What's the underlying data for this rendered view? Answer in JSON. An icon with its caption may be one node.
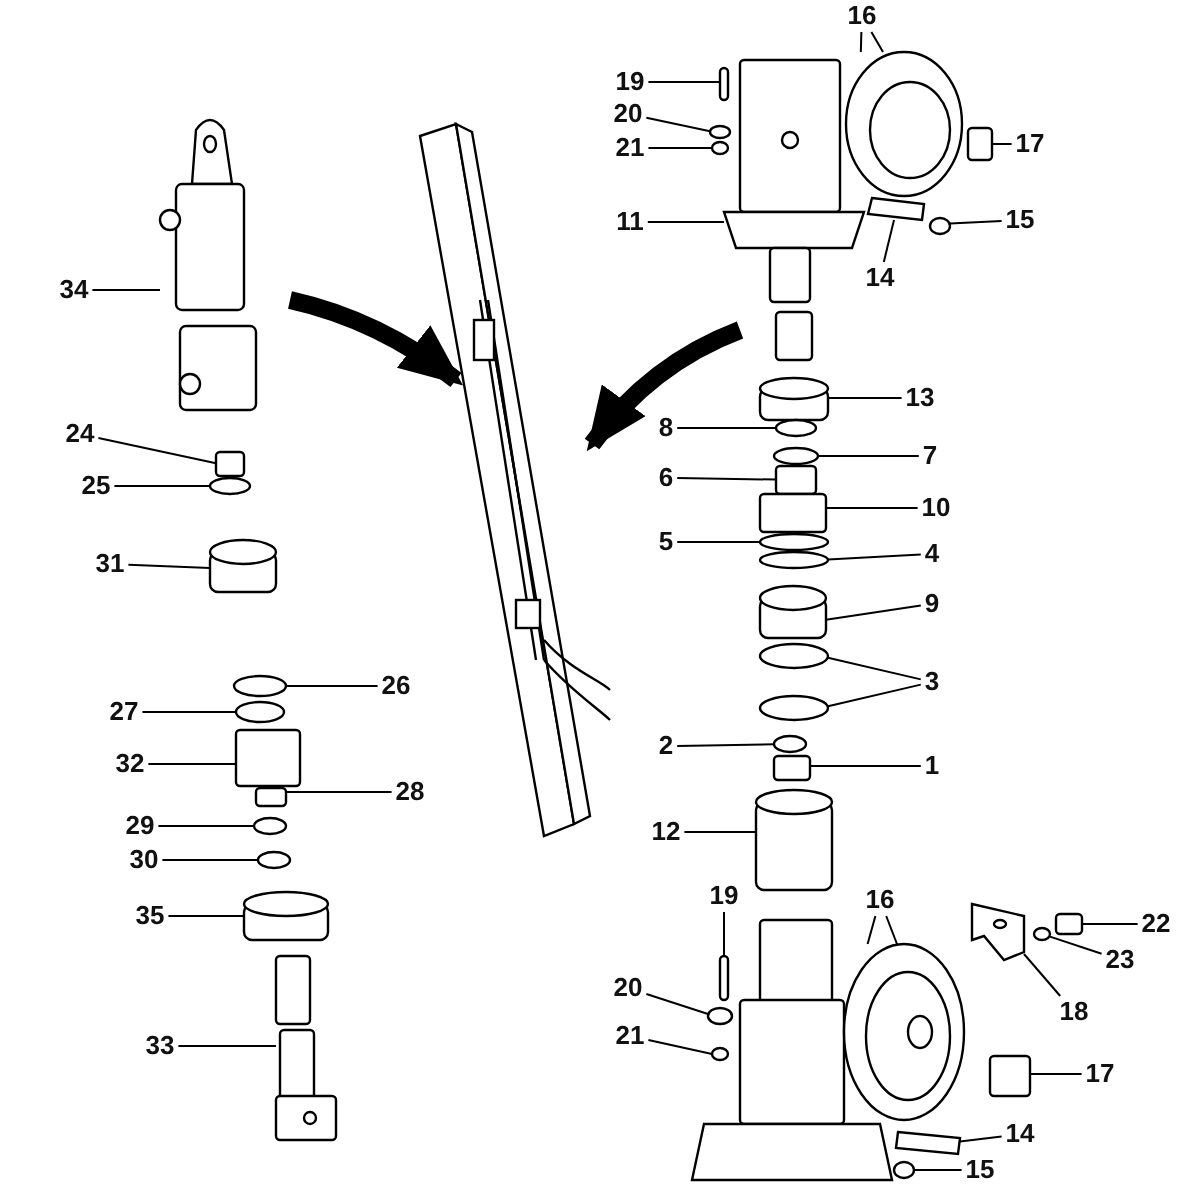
{
  "diagram": {
    "nodes": [
      {
        "text": [
          "16"
        ]
      },
      {
        "text": [
          "19"
        ]
      },
      {
        "text": [
          "20"
        ]
      },
      {
        "text": [
          "17"
        ]
      },
      {
        "text": [
          "21"
        ]
      },
      {
        "text": [
          "15"
        ]
      },
      {
        "text": [
          "11"
        ]
      },
      {
        "text": [
          "14"
        ]
      },
      {
        "text": [
          "34"
        ]
      },
      {
        "text": [
          "13"
        ]
      },
      {
        "text": [
          "8"
        ]
      },
      {
        "text": [
          "24"
        ]
      },
      {
        "text": [
          "7"
        ]
      },
      {
        "text": [
          "6"
        ]
      },
      {
        "text": [
          "25"
        ]
      },
      {
        "text": [
          "10"
        ]
      },
      {
        "text": [
          "5"
        ]
      },
      {
        "text": [
          "4"
        ]
      },
      {
        "text": [
          "31"
        ]
      },
      {
        "text": [
          "9"
        ]
      },
      {
        "text": [
          "3"
        ]
      },
      {
        "text": [
          "26"
        ]
      },
      {
        "text": [
          "27"
        ]
      },
      {
        "text": [
          "2"
        ]
      },
      {
        "text": [
          "32"
        ]
      },
      {
        "text": [
          "1"
        ]
      },
      {
        "text": [
          "28"
        ]
      },
      {
        "text": [
          "29"
        ]
      },
      {
        "text": [
          "12"
        ]
      },
      {
        "text": [
          "30"
        ]
      },
      {
        "text": [
          "19"
        ]
      },
      {
        "text": [
          "16"
        ]
      },
      {
        "text": [
          "35"
        ]
      },
      {
        "text": [
          "22"
        ]
      },
      {
        "text": [
          "23"
        ]
      },
      {
        "text": [
          "20"
        ]
      },
      {
        "text": [
          "18"
        ]
      },
      {
        "text": [
          "21"
        ]
      },
      {
        "text": [
          "33"
        ]
      },
      {
        "text": [
          "17"
        ]
      },
      {
        "text": [
          "14"
        ]
      },
      {
        "text": [
          "15"
        ]
      },
      {
        "text": [],
        "shape": "picture"
      },
      {
        "text": [],
        "shape": "box"
      },
      {
        "text": [],
        "shape": "circle"
      },
      {
        "text": [],
        "shape": "box"
      },
      {
        "text": [],
        "shape": "circle"
      },
      {
        "text": [],
        "shape": "circle"
      },
      {
        "text": [],
        "shape": "picture"
      },
      {
        "text": [],
        "shape": "bar"
      },
      {
        "text": [],
        "shape": "picture"
      },
      {
        "text": [],
        "shape": "cylinder"
      },
      {
        "text": [],
        "shape": "circle"
      },
      {
        "text": [],
        "shape": "box"
      },
      {
        "text": [],
        "shape": "circle"
      },
      {
        "text": [],
        "shape": "box"
      },
      {
        "text": [],
        "shape": "circle"
      },
      {
        "text": [],
        "shape": "box"
      },
      {
        "text": [],
        "shape": "circle"
      },
      {
        "text": [],
        "shape": "circle"
      },
      {
        "text": [],
        "shape": "cylinder"
      },
      {
        "text": [],
        "shape": "cylinder"
      },
      {
        "text": [],
        "shape": "circle"
      },
      {
        "text": [],
        "shape": "circle"
      },
      {
        "text": [],
        "shape": "circle"
      },
      {
        "text": [],
        "shape": "circle"
      },
      {
        "text": [],
        "shape": "circle"
      },
      {
        "text": [],
        "shape": "box"
      },
      {
        "text": [],
        "shape": "box"
      },
      {
        "text": [],
        "shape": "box"
      },
      {
        "text": [],
        "shape": "circle"
      },
      {
        "text": [],
        "shape": "cylinder"
      },
      {
        "text": [],
        "shape": "circle"
      },
      {
        "text": [],
        "shape": "box"
      },
      {
        "text": [],
        "shape": "picture"
      },
      {
        "text": [],
        "shape": "cylinder"
      },
      {
        "text": [],
        "shape": "box"
      },
      {
        "text": [],
        "shape": "circle"
      },
      {
        "text": [],
        "shape": "circle"
      },
      {
        "text": [],
        "shape": "picture"
      },
      {
        "text": [],
        "shape": "circle"
      },
      {
        "text": [],
        "shape": "picture"
      },
      {
        "text": [],
        "shape": "box"
      },
      {
        "text": [],
        "shape": "bar"
      },
      {
        "text": [],
        "shape": "circle"
      }
    ],
    "edges": [
      {
        "from": 0,
        "to": 42,
        "arrow": "none"
      },
      {
        "from": 0,
        "to": 42,
        "arrow": "none"
      },
      {
        "from": 1,
        "to": 43,
        "arrow": "none"
      },
      {
        "from": 2,
        "to": 44,
        "arrow": "none"
      },
      {
        "from": 3,
        "to": 45,
        "arrow": "none"
      },
      {
        "from": 4,
        "to": 46,
        "arrow": "none"
      },
      {
        "from": 5,
        "to": 47,
        "arrow": "none"
      },
      {
        "from": 6,
        "to": 48,
        "arrow": "none"
      },
      {
        "from": 7,
        "to": 49,
        "arrow": "none"
      },
      {
        "from": 8,
        "to": 50,
        "arrow": "none"
      },
      {
        "from": 9,
        "to": 51,
        "arrow": "none"
      },
      {
        "from": 10,
        "to": 52,
        "arrow": "none"
      },
      {
        "from": 11,
        "to": 53,
        "arrow": "none"
      },
      {
        "from": 12,
        "to": 54,
        "arrow": "none"
      },
      {
        "from": 13,
        "to": 55,
        "arrow": "none"
      },
      {
        "from": 14,
        "to": 56,
        "arrow": "none"
      },
      {
        "from": 15,
        "to": 57,
        "arrow": "none"
      },
      {
        "from": 16,
        "to": 58,
        "arrow": "none"
      },
      {
        "from": 17,
        "to": 59,
        "arrow": "none"
      },
      {
        "from": 18,
        "to": 60,
        "arrow": "none"
      },
      {
        "from": 19,
        "to": 61,
        "arrow": "none"
      },
      {
        "from": 20,
        "to": 62,
        "arrow": "none"
      },
      {
        "from": 20,
        "to": 63,
        "arrow": "none"
      },
      {
        "from": 21,
        "to": 64,
        "arrow": "none"
      },
      {
        "from": 22,
        "to": 65,
        "arrow": "none"
      },
      {
        "from": 23,
        "to": 66,
        "arrow": "none"
      },
      {
        "from": 24,
        "to": 67,
        "arrow": "none"
      },
      {
        "from": 25,
        "to": 68,
        "arrow": "none"
      },
      {
        "from": 26,
        "to": 69,
        "arrow": "none"
      },
      {
        "from": 27,
        "to": 70,
        "arrow": "none"
      },
      {
        "from": 28,
        "to": 71,
        "arrow": "none"
      },
      {
        "from": 29,
        "to": 72,
        "arrow": "none"
      },
      {
        "from": 30,
        "to": 73,
        "arrow": "none"
      },
      {
        "from": 31,
        "to": 74,
        "arrow": "none"
      },
      {
        "from": 31,
        "to": 74,
        "arrow": "none"
      },
      {
        "from": 32,
        "to": 75,
        "arrow": "none"
      },
      {
        "from": 33,
        "to": 76,
        "arrow": "none"
      },
      {
        "from": 34,
        "to": 77,
        "arrow": "none"
      },
      {
        "from": 35,
        "to": 78,
        "arrow": "none"
      },
      {
        "from": 36,
        "to": 79,
        "arrow": "none"
      },
      {
        "from": 37,
        "to": 80,
        "arrow": "none"
      },
      {
        "from": 38,
        "to": 81,
        "arrow": "none"
      },
      {
        "from": 39,
        "to": 82,
        "arrow": "none"
      },
      {
        "from": 40,
        "to": 83,
        "arrow": "none"
      },
      {
        "from": 41,
        "to": 84,
        "arrow": "none"
      }
    ]
  }
}
